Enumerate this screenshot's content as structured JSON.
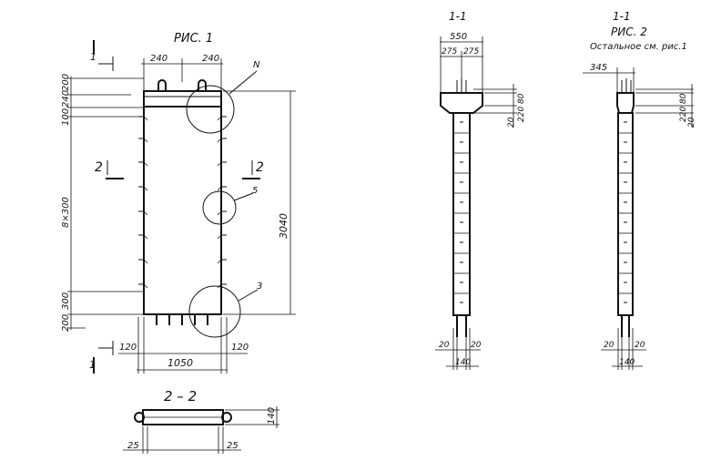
{
  "fig1": {
    "title": "РИС. 1",
    "section_mark": "1",
    "section_mark_2": "2",
    "dims": {
      "top_left": "240",
      "top_right": "240",
      "v_200": "200",
      "v_240": "240",
      "v_100": "100",
      "v_8x300": "8×300",
      "v_300": "300",
      "v_200b": "200",
      "total_height": "3040",
      "bottom_left": "120",
      "bottom_right": "120",
      "width": "1050"
    },
    "callouts": {
      "n": "N",
      "c5": "5",
      "c3": "3"
    }
  },
  "section22": {
    "title": "2 – 2",
    "dim_h": "140",
    "dim_left": "25",
    "dim_right": "25"
  },
  "section11a": {
    "title": "1-1",
    "dim_top": "550",
    "dim_l": "275",
    "dim_r": "275",
    "dim_80": "80",
    "dim_220": "220",
    "dim_20": "20",
    "dim_bl": "20",
    "dim_br": "20",
    "dim_140": "140"
  },
  "section11b": {
    "title": "1-1",
    "fig": "РИС. 2",
    "note": "Остальное см. рис.1",
    "dim_345": "345",
    "dim_80": "80",
    "dim_220": "220",
    "dim_20": "20",
    "dim_bl": "20",
    "dim_br": "20",
    "dim_140": "140"
  }
}
